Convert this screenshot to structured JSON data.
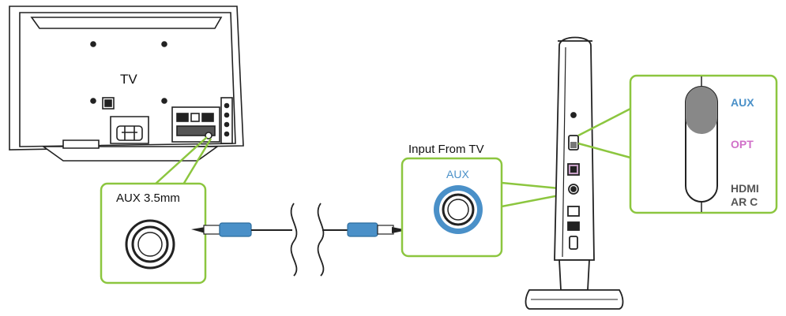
{
  "labels": {
    "tv": "TV",
    "tv_output": "AUX 3.5mm",
    "input_title": "Input From TV",
    "input_port": "AUX"
  },
  "switch": {
    "positions": [
      "AUX",
      "OPT",
      "HDMI",
      "AR C"
    ],
    "selected": "AUX"
  },
  "colors": {
    "callout_border": "#8cc63f",
    "aux_blue": "#4a90c8",
    "opt_pink": "#d070c8",
    "hdmi_gray": "#555555",
    "cable_blue": "#4a90c8",
    "line": "#222222"
  }
}
